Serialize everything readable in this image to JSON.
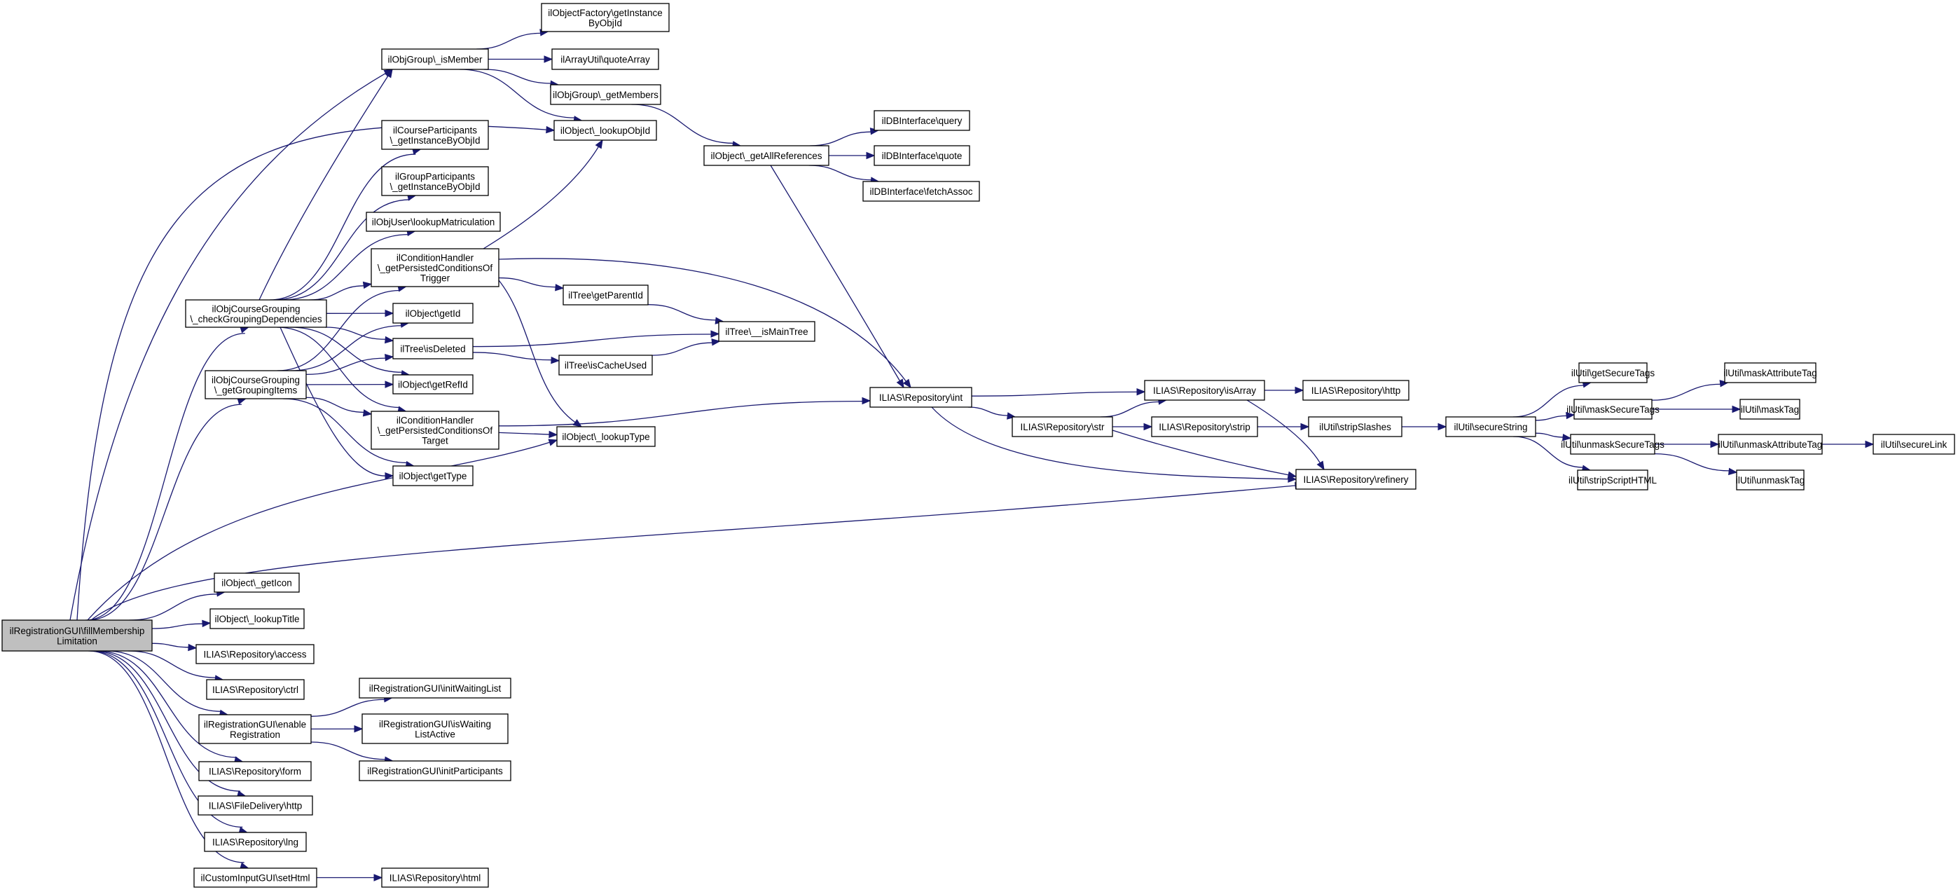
{
  "colors": {
    "edge": "#191970",
    "node_border": "#000000",
    "root_fill": "#bfbfbf",
    "node_fill": "#ffffff"
  },
  "nodes": {
    "root": [
      "ilRegistrationGUI\\fillMembership",
      "Limitation"
    ],
    "checkGrouping": [
      "ilObjCourseGrouping",
      "\\_checkGroupingDependencies"
    ],
    "getGroupingItems": [
      "ilObjCourseGrouping",
      "\\_getGroupingItems"
    ],
    "getIcon": [
      "ilObject\\_getIcon"
    ],
    "lookupTitle": [
      "ilObject\\_lookupTitle"
    ],
    "repoAccess": [
      "ILIAS\\Repository\\access"
    ],
    "repoCtrl": [
      "ILIAS\\Repository\\ctrl"
    ],
    "enableReg": [
      "ilRegistrationGUI\\enable",
      "Registration"
    ],
    "repoForm": [
      "ILIAS\\Repository\\form"
    ],
    "fdHttp": [
      "ILIAS\\FileDelivery\\http"
    ],
    "repoLng": [
      "ILIAS\\Repository\\lng"
    ],
    "setHtml": [
      "ilCustomInputGUI\\setHtml"
    ],
    "isMember": [
      "ilObjGroup\\_isMember"
    ],
    "courseParticipants": [
      "ilCourseParticipants",
      "\\_getInstanceByObjId"
    ],
    "groupParticipants": [
      "ilGroupParticipants",
      "\\_getInstanceByObjId"
    ],
    "lookupMatric": [
      "ilObjUser\\lookupMatriculation"
    ],
    "condTrigger": [
      "ilConditionHandler",
      "\\_getPersistedConditionsOf",
      "Trigger"
    ],
    "getId": [
      "ilObject\\getId"
    ],
    "isDeleted": [
      "ilTree\\isDeleted"
    ],
    "getRefId": [
      "ilObject\\getRefId"
    ],
    "condTarget": [
      "ilConditionHandler",
      "\\_getPersistedConditionsOf",
      "Target"
    ],
    "getType": [
      "ilObject\\getType"
    ],
    "initWaiting": [
      "ilRegistrationGUI\\initWaitingList"
    ],
    "isWaiting": [
      "ilRegistrationGUI\\isWaiting",
      "ListActive"
    ],
    "initPart": [
      "ilRegistrationGUI\\initParticipants"
    ],
    "repoHtml": [
      "ILIAS\\Repository\\html"
    ],
    "objFactory": [
      "ilObjectFactory\\getInstance",
      "ByObjId"
    ],
    "quoteArray": [
      "ilArrayUtil\\quoteArray"
    ],
    "getMembers": [
      "ilObjGroup\\_getMembers"
    ],
    "lookupObjId": [
      "ilObject\\_lookupObjId"
    ],
    "getParentId": [
      "ilTree\\getParentId"
    ],
    "isCacheUsed": [
      "ilTree\\isCacheUsed"
    ],
    "lookupType": [
      "ilObject\\_lookupType"
    ],
    "getAllRefs": [
      "ilObject\\_getAllReferences"
    ],
    "isMainTree": [
      "ilTree\\__isMainTree"
    ],
    "dbQuery": [
      "ilDBInterface\\query"
    ],
    "dbQuote": [
      "ilDBInterface\\quote"
    ],
    "dbFetch": [
      "ilDBInterface\\fetchAssoc"
    ],
    "repoInt": [
      "ILIAS\\Repository\\int"
    ],
    "repoStr": [
      "ILIAS\\Repository\\str"
    ],
    "repoIsArray": [
      "ILIAS\\Repository\\isArray"
    ],
    "repoStrip": [
      "ILIAS\\Repository\\strip"
    ],
    "repoRefinery": [
      "ILIAS\\Repository\\refinery"
    ],
    "repoHttp": [
      "ILIAS\\Repository\\http"
    ],
    "stripSlashes": [
      "ilUtil\\stripSlashes"
    ],
    "secureString": [
      "ilUtil\\secureString"
    ],
    "getSecureTags": [
      "ilUtil\\getSecureTags"
    ],
    "maskSecureTags": [
      "ilUtil\\maskSecureTags"
    ],
    "unmaskSecureTags": [
      "ilUtil\\unmaskSecureTags"
    ],
    "stripScript": [
      "ilUtil\\stripScriptHTML"
    ],
    "maskAttrTag": [
      "ilUtil\\maskAttributeTag"
    ],
    "maskTag": [
      "ilUtil\\maskTag"
    ],
    "unmaskAttrTag": [
      "ilUtil\\unmaskAttributeTag"
    ],
    "unmaskTag": [
      "ilUtil\\unmaskTag"
    ],
    "secureLink": [
      "ilUtil\\secureLink"
    ]
  },
  "edges": [
    [
      "root",
      "checkGrouping"
    ],
    [
      "root",
      "getGroupingItems"
    ],
    [
      "root",
      "getIcon"
    ],
    [
      "root",
      "lookupTitle"
    ],
    [
      "root",
      "repoAccess"
    ],
    [
      "root",
      "repoCtrl"
    ],
    [
      "root",
      "enableReg"
    ],
    [
      "root",
      "repoForm"
    ],
    [
      "root",
      "fdHttp"
    ],
    [
      "root",
      "repoLng"
    ],
    [
      "root",
      "setHtml"
    ],
    [
      "root",
      "isMember"
    ],
    [
      "root",
      "lookupObjId"
    ],
    [
      "root",
      "lookupType"
    ],
    [
      "root",
      "repoRefinery"
    ],
    [
      "checkGrouping",
      "isMember"
    ],
    [
      "checkGrouping",
      "courseParticipants"
    ],
    [
      "checkGrouping",
      "groupParticipants"
    ],
    [
      "checkGrouping",
      "lookupMatric"
    ],
    [
      "checkGrouping",
      "condTrigger"
    ],
    [
      "checkGrouping",
      "getId"
    ],
    [
      "checkGrouping",
      "isDeleted"
    ],
    [
      "checkGrouping",
      "getRefId"
    ],
    [
      "checkGrouping",
      "condTarget"
    ],
    [
      "checkGrouping",
      "getType"
    ],
    [
      "getGroupingItems",
      "condTrigger"
    ],
    [
      "getGroupingItems",
      "getId"
    ],
    [
      "getGroupingItems",
      "isDeleted"
    ],
    [
      "getGroupingItems",
      "getRefId"
    ],
    [
      "getGroupingItems",
      "condTarget"
    ],
    [
      "getGroupingItems",
      "getType"
    ],
    [
      "isMember",
      "objFactory"
    ],
    [
      "isMember",
      "quoteArray"
    ],
    [
      "isMember",
      "getMembers"
    ],
    [
      "isMember",
      "lookupObjId"
    ],
    [
      "getMembers",
      "getAllRefs"
    ],
    [
      "condTrigger",
      "lookupObjId"
    ],
    [
      "condTrigger",
      "getParentId"
    ],
    [
      "condTrigger",
      "lookupType"
    ],
    [
      "condTrigger",
      "repoInt"
    ],
    [
      "condTarget",
      "lookupType"
    ],
    [
      "condTarget",
      "repoInt"
    ],
    [
      "isDeleted",
      "isMainTree"
    ],
    [
      "isDeleted",
      "isCacheUsed"
    ],
    [
      "getParentId",
      "isMainTree"
    ],
    [
      "isCacheUsed",
      "isMainTree"
    ],
    [
      "getAllRefs",
      "dbQuery"
    ],
    [
      "getAllRefs",
      "dbQuote"
    ],
    [
      "getAllRefs",
      "dbFetch"
    ],
    [
      "getAllRefs",
      "repoInt"
    ],
    [
      "repoInt",
      "repoIsArray"
    ],
    [
      "repoInt",
      "repoStr"
    ],
    [
      "repoInt",
      "repoRefinery"
    ],
    [
      "repoStr",
      "repoIsArray"
    ],
    [
      "repoStr",
      "repoStrip"
    ],
    [
      "repoStr",
      "repoRefinery"
    ],
    [
      "repoIsArray",
      "repoHttp"
    ],
    [
      "repoIsArray",
      "repoRefinery"
    ],
    [
      "repoStrip",
      "stripSlashes"
    ],
    [
      "stripSlashes",
      "secureString"
    ],
    [
      "secureString",
      "getSecureTags"
    ],
    [
      "secureString",
      "maskSecureTags"
    ],
    [
      "secureString",
      "unmaskSecureTags"
    ],
    [
      "secureString",
      "stripScript"
    ],
    [
      "maskSecureTags",
      "maskAttrTag"
    ],
    [
      "maskSecureTags",
      "maskTag"
    ],
    [
      "unmaskSecureTags",
      "unmaskAttrTag"
    ],
    [
      "unmaskSecureTags",
      "unmaskTag"
    ],
    [
      "unmaskAttrTag",
      "secureLink"
    ],
    [
      "enableReg",
      "initWaiting"
    ],
    [
      "enableReg",
      "isWaiting"
    ],
    [
      "enableReg",
      "initPart"
    ],
    [
      "setHtml",
      "repoHtml"
    ]
  ]
}
